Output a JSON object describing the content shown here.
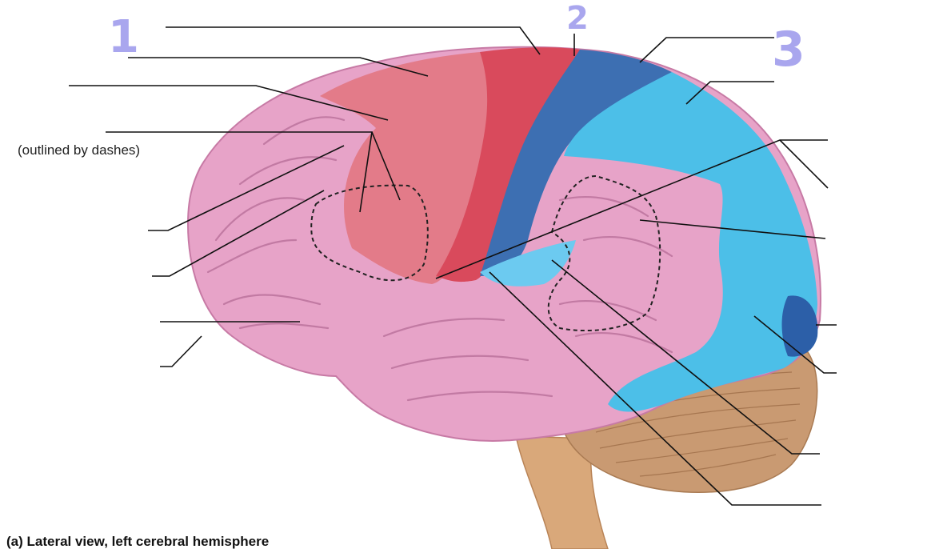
{
  "annotations": {
    "num1": "1",
    "num2": "2",
    "num3": "3"
  },
  "labels": {
    "outlined_note": "(outlined by dashes)"
  },
  "caption": "(a) Lateral view, left cerebral hemisphere",
  "colors": {
    "frontal_pink": "#e7a3c8",
    "motor_red": "#e26e74",
    "primary_motor": "#d94a5c",
    "somatosensory_blue": "#3d6fb2",
    "association_cyan": "#4cbfe8",
    "cerebellum": "#c99a72",
    "brainstem": "#d9a87a",
    "handwriting": "#a9a6ee"
  }
}
